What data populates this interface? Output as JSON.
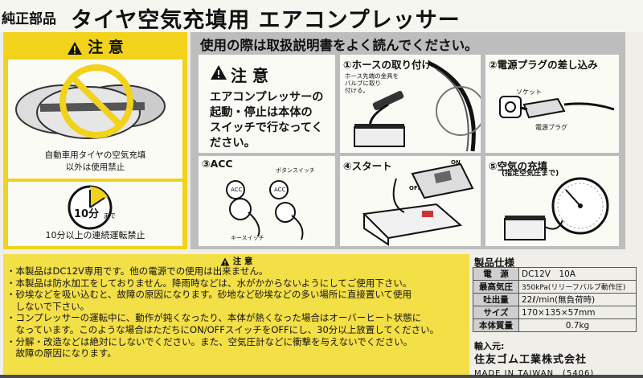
{
  "header": {
    "genuine_parts": "純正部品",
    "title": "タイヤ空気充填用 エアコンプレッサー"
  },
  "left_panel": {
    "heading": "注 意",
    "box1_caption_line1": "自動車用タイヤの空気充填",
    "box1_caption_line2": "以外は使用禁止",
    "clock_text": "10分",
    "clock_suffix": "まで",
    "box2_caption": "10分以上の連続運転禁止"
  },
  "instructions": {
    "title": "使用の際は取扱説明書をよく読んでください。",
    "caution": {
      "heading": "注 意",
      "lines": [
        "エアコンプレッサーの",
        "起動・停止は本体の",
        "スイッチで行なってく",
        "ださい。"
      ]
    },
    "steps": {
      "hose": {
        "caption": "①ホースの取り付け",
        "note_lines": [
          "ホース先端の金具を",
          "バルブに取り",
          "付ける。"
        ]
      },
      "plug": {
        "caption": "②電源プラグの差し込み",
        "socket_label": "ソケット",
        "plug_label": "電源プラグ"
      },
      "acc": {
        "caption": "③ACC",
        "button_switch_label": "ボタンスイッチ",
        "acc_label_1": "ACC",
        "acc_label_2": "ACC",
        "key_switch_label": "キースイッチ"
      },
      "start": {
        "caption": "④スタート",
        "on_label": "ON",
        "off_label": "OFF"
      },
      "fill": {
        "caption": "⑤空気の充填",
        "sub_caption": "(指定空気圧まで)"
      }
    }
  },
  "notes": {
    "heading": "注 意",
    "lines": [
      "・本製品はDC12V専用です。他の電源での使用は出来ません。",
      "・本製品は防水加工をしておりません。降雨時などは、水がかからないようにしてご使用下さい。",
      "・砂埃などを吸い込むと、故障の原因になります。砂地など砂埃などの多い場所に直接置いて使用",
      "　しないで下さい。",
      "・コンプレッサーの運転中に、動作が鈍くなったり、本体が熱くなった場合はオーバーヒート状態に",
      "　なっています。このような場合はただちにON/OFFスイッチをOFFにし、30分以上放置してください。",
      "・分解・改造などは絶対にしないでください。また、空気圧計などに衝撃を与えないでください。",
      "　故障の原因になります。"
    ]
  },
  "specs": {
    "title": "製品仕様",
    "rows": [
      {
        "key": "電　源",
        "value": "DC12V　10A"
      },
      {
        "key": "最高気圧",
        "value": "350kPa(リリーフバルブ動作圧)"
      },
      {
        "key": "吐出量",
        "value": "22ℓ/min(無負荷時)"
      },
      {
        "key": "サイズ",
        "value": "170×135×57mm"
      },
      {
        "key": "本体質量",
        "value": "0.7kg"
      }
    ],
    "importer_label": "輸入元:",
    "importer": "住友ゴム工業株式会社",
    "made_in": "MADE IN TAIWAN　(5406)"
  }
}
